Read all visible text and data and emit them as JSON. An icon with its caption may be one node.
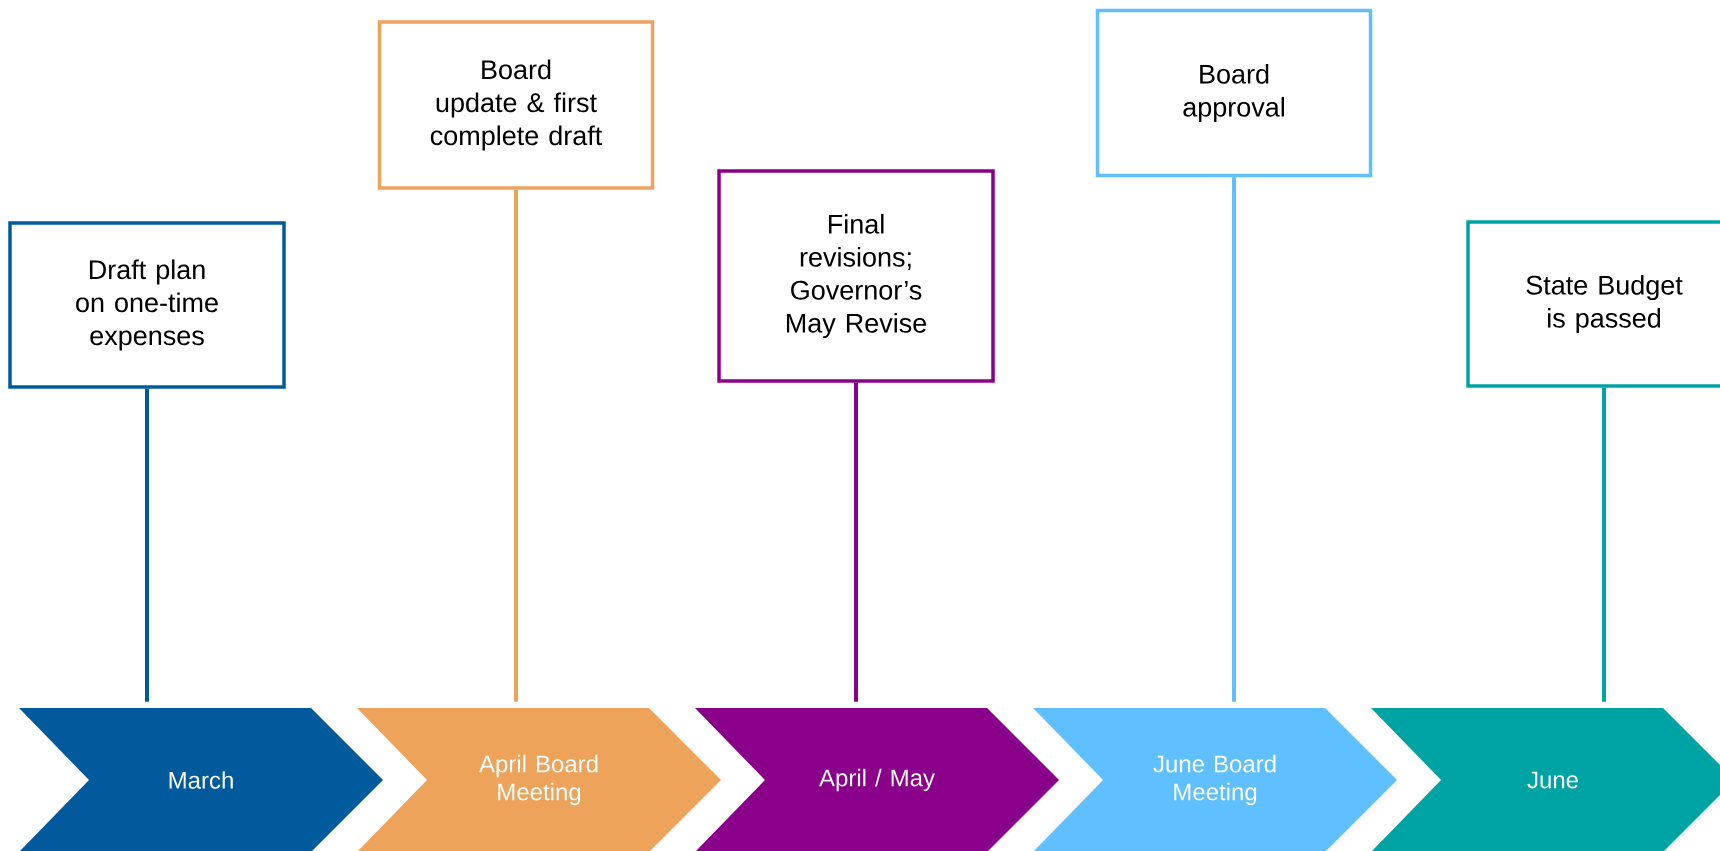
{
  "diagram": {
    "nodes": [
      {
        "text": [
          "Draft plan on one-time expenses"
        ]
      },
      {
        "text": [
          "Board update & first complete draft"
        ]
      },
      {
        "text": [
          "Final revisions; Governor’s May Revise"
        ]
      },
      {
        "text": [
          "Board approval"
        ]
      },
      {
        "text": [
          "State Budget is passed"
        ]
      },
      {
        "text": [
          "March"
        ]
      },
      {
        "text": [
          "April Board Meeting"
        ]
      },
      {
        "text": [
          "April / May"
        ]
      },
      {
        "text": [
          "June Board Meeting"
        ]
      },
      {
        "text": [
          "June"
        ]
      }
    ],
    "edges": [
      {
        "from": 0,
        "to": 5,
        "arrow": "none",
        "color": "#005a9c"
      },
      {
        "from": 1,
        "to": 6,
        "arrow": "none",
        "color": "#eea35b"
      },
      {
        "from": 2,
        "to": 7,
        "arrow": "none",
        "color": "#8b008b"
      },
      {
        "from": 3,
        "to": 8,
        "arrow": "none",
        "color": "#5fbfff"
      },
      {
        "from": 4,
        "to": 9,
        "arrow": "none",
        "color": "#00a3a3"
      }
    ]
  }
}
